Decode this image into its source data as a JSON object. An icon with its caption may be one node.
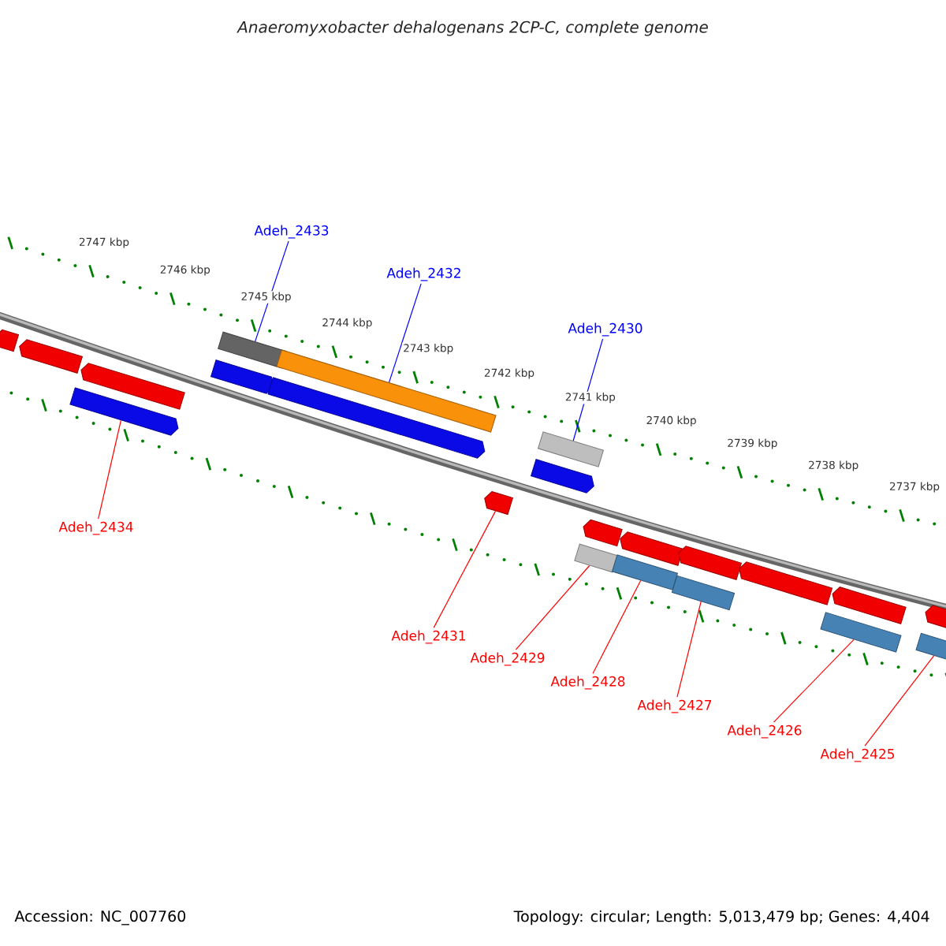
{
  "diagram": {
    "title": "Anaeromyxobacter dehalogenans 2CP-C, complete genome",
    "nodes": [
      {
        "text": [
          "Adeh_2433"
        ]
      },
      {
        "text": [
          "Adeh_2432"
        ]
      },
      {
        "text": [
          "Adeh_2430"
        ]
      },
      {
        "text": [
          "Adeh_2434"
        ]
      },
      {
        "text": [
          "Adeh_2431"
        ]
      },
      {
        "text": [
          "Adeh_2429"
        ]
      },
      {
        "text": [
          "Adeh_2428"
        ]
      },
      {
        "text": [
          "Adeh_2427"
        ]
      },
      {
        "text": [
          "Adeh_2426"
        ]
      },
      {
        "text": [
          "Adeh_2425"
        ]
      },
      {
        "text": [],
        "shape": "pentagon"
      },
      {
        "text": [],
        "shape": "pentagon"
      },
      {
        "text": [],
        "shape": "pentagon"
      },
      {
        "text": [],
        "shape": "pentagon"
      },
      {
        "text": [],
        "shape": "pentagon"
      },
      {
        "text": [],
        "shape": "bar"
      },
      {
        "text": [],
        "shape": "pentagon"
      },
      {
        "text": [],
        "shape": "bar"
      },
      {
        "text": [],
        "shape": "pentagon"
      },
      {
        "text": [],
        "shape": "pentagon"
      },
      {
        "text": [],
        "shape": "bar"
      },
      {
        "text": [],
        "shape": "bar"
      },
      {
        "text": [],
        "shape": "pentagon"
      },
      {
        "text": [],
        "shape": "bar"
      },
      {
        "text": [],
        "shape": "pentagon"
      },
      {
        "text": [],
        "shape": "bar"
      },
      {
        "text": [],
        "shape": "pentagon"
      },
      {
        "text": [],
        "shape": "pentagon"
      },
      {
        "text": [],
        "shape": "bar"
      },
      {
        "text": [],
        "shape": "pentagon"
      },
      {
        "text": [],
        "shape": "bar"
      },
      {
        "text": [],
        "shape": "pentagon"
      }
    ],
    "edges": [
      {
        "from": 0,
        "to": 15,
        "arrow": "none",
        "color": "#0000ff"
      },
      {
        "from": 1,
        "to": 17,
        "arrow": "none",
        "color": "#0000ff"
      },
      {
        "from": 2,
        "to": 20,
        "arrow": "none",
        "color": "#0000ff"
      },
      {
        "from": 3,
        "to": 12,
        "arrow": "none"
      },
      {
        "from": 4,
        "to": 18,
        "arrow": "none"
      },
      {
        "from": 5,
        "to": 21,
        "arrow": "none"
      },
      {
        "from": 6,
        "to": 23,
        "arrow": "none"
      },
      {
        "from": 7,
        "to": 25,
        "arrow": "none"
      },
      {
        "from": 8,
        "to": 28,
        "arrow": "none"
      },
      {
        "from": 9,
        "to": 30,
        "arrow": "none"
      }
    ],
    "labels": [
      "2747 kbp",
      "2746 kbp",
      "2745 kbp",
      "2744 kbp",
      "2743 kbp",
      "2742 kbp",
      "2741 kbp",
      "2740 kbp",
      "2739 kbp",
      "2738 kbp",
      "2737 kbp",
      "Accession: NC_007760",
      "Topology: circular; Length: 5,013,479 bp; Genes: 4,404"
    ]
  }
}
